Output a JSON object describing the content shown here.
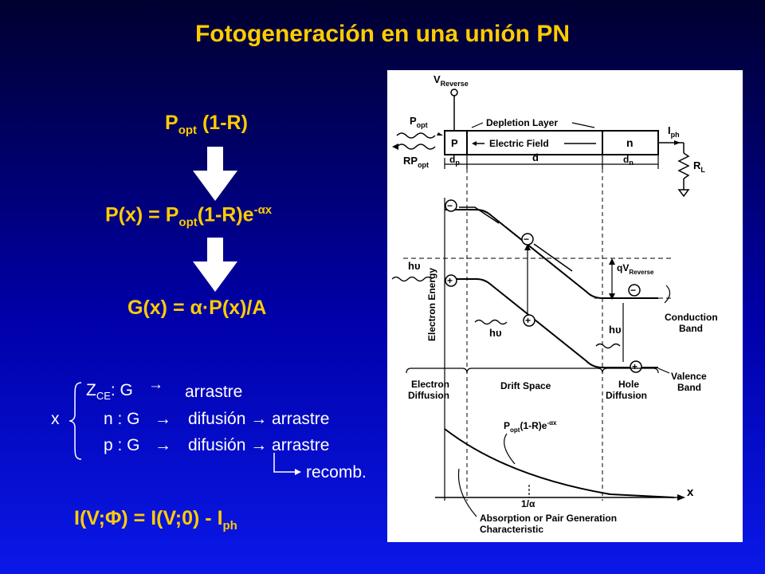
{
  "title": "Fotogeneración en una unión PN",
  "eq1": {
    "base": "P",
    "sub": "opt",
    "rest": " (1-R)"
  },
  "eq2": {
    "pre": "P(x) = P",
    "sub": "opt",
    "mid": "(1-R)e",
    "sup": "-αx"
  },
  "eq3": "G(x) = α·P(x)/A",
  "notes": {
    "x": "x",
    "zce_z": "Z",
    "zce_sub": "CE",
    "zce_g": ": G",
    "zce_result": "arrastre",
    "n_label": "n : G",
    "n_result": "difusión → arrastre",
    "p_label": "p : G",
    "p_result": "difusión → arrastre",
    "recomb": "recomb.",
    "arrow": "→"
  },
  "eq4": {
    "pre": "I(V;Φ) = I(V;0) - I",
    "sub": "ph"
  },
  "figure": {
    "v_reverse": "V",
    "v_reverse_sub": "Reverse",
    "popt": "P",
    "popt_sub": "opt",
    "rpopt": "RP",
    "rpopt_sub": "opt",
    "p_region": "P",
    "depletion": "Depletion Layer",
    "electric_field": "Electric Field",
    "n_region": "n",
    "iph": "I",
    "iph_sub": "ph",
    "rl": "R",
    "rl_sub": "L",
    "dp": "d",
    "dp_sub": "p",
    "d": "d",
    "dn": "d",
    "dn_sub": "n",
    "energy_axis": "Electron   Energy",
    "hv": "hυ",
    "qv": "qV",
    "qv_sub": "Reverse",
    "conduction_band": [
      "Conduction",
      "Band"
    ],
    "valence_band": [
      "Valence",
      "Band"
    ],
    "electron_diffusion": [
      "Electron",
      "Diffusion"
    ],
    "drift_space": "Drift Space",
    "hole_diffusion": [
      "Hole",
      "Diffusion"
    ],
    "curve_label": "P",
    "curve_label_sub": "opt",
    "curve_label_rest": "(1-R)e",
    "curve_label_sup": "-αx",
    "x_axis": "x",
    "inv_alpha": "1/α",
    "absorption": [
      "Absorption or Pair Generation",
      "Characteristic"
    ],
    "minus": "−",
    "plus": "+"
  }
}
